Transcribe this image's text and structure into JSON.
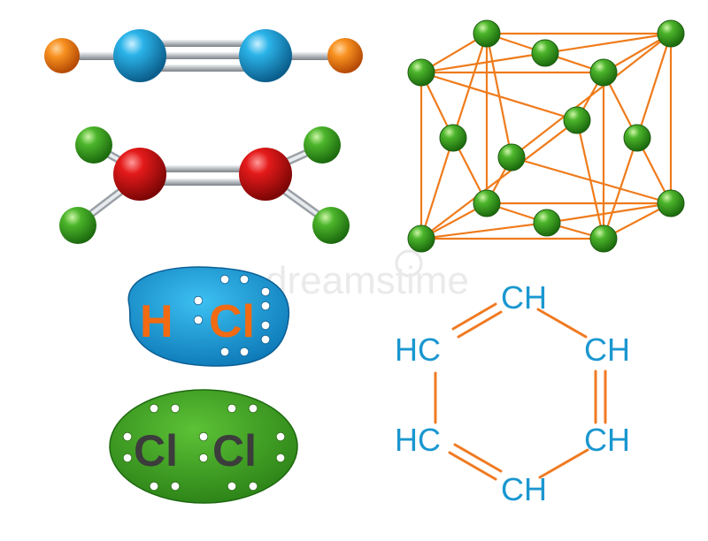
{
  "colors": {
    "orange_atom": "#f47a12",
    "blue_atom": "#1a97d0",
    "red_atom": "#d81414",
    "green_atom": "#3aa520",
    "bond": "#b7bcc1",
    "lattice_line": "#ef7b1b",
    "hcl_blob": "#1796d2",
    "hcl_letters": "#f26a12",
    "clcl_blob": "#3a9f24",
    "clcl_letters": "#3c3c3c",
    "electron_dot": "#ffffff",
    "benzene_text": "#1a97d0",
    "benzene_bond": "#f07a22",
    "watermark": "#dcdcdc"
  },
  "molecules": {
    "acetylene": {
      "description_icon": "linear-molecule-icon"
    },
    "ethylene": {
      "description_icon": "planar-molecule-icon"
    },
    "crystal_lattice": {
      "description_icon": "cubic-lattice-icon"
    }
  },
  "hcl": {
    "h": "H",
    "cl": "Cl"
  },
  "clcl": {
    "cl_left": "Cl",
    "cl_right": "Cl"
  },
  "benzene": {
    "top": "CH",
    "upper_left": "HC",
    "upper_right": "CH",
    "lower_left": "HC",
    "lower_right": "CH",
    "bottom": "CH"
  },
  "watermark": {
    "text": "dreamstime"
  }
}
